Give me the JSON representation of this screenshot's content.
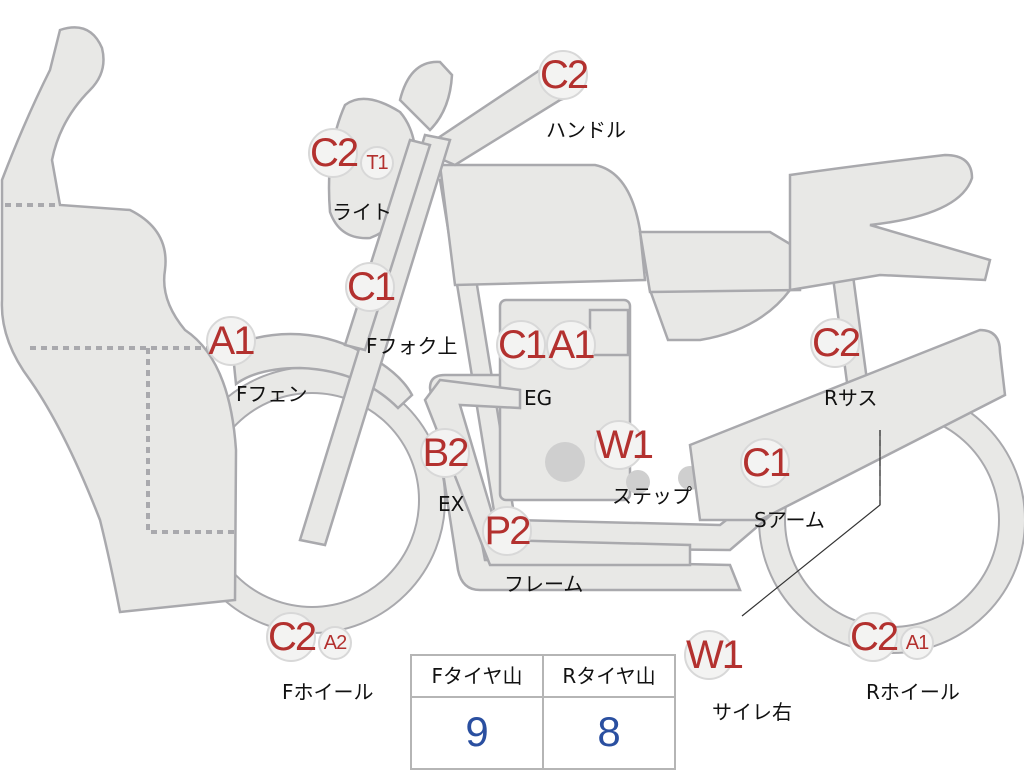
{
  "parts": {
    "handle": {
      "code": "C2",
      "label": "ハンドル"
    },
    "light": {
      "code": "C2",
      "code_small": "T1",
      "label": "ライト"
    },
    "fork_upper": {
      "code": "C1",
      "label": "Fフォク上"
    },
    "f_fender": {
      "code": "A1",
      "label": "Fフェン"
    },
    "engine": {
      "code": "C1",
      "code2": "A1",
      "label": "EG"
    },
    "exhaust": {
      "code": "B2",
      "label": "EX"
    },
    "step": {
      "code": "W1",
      "label": "ステップ"
    },
    "frame": {
      "code": "P2",
      "label": "フレーム"
    },
    "swing_arm": {
      "code": "C1",
      "label": "Sアーム"
    },
    "r_suspension": {
      "code": "C2",
      "label": "Rサス"
    },
    "f_wheel": {
      "code": "C2",
      "code_small": "A2",
      "label": "Fホイール"
    },
    "silencer_right": {
      "code": "W1",
      "label": "サイレ右"
    },
    "r_wheel": {
      "code": "C2",
      "code_small": "A1",
      "label": "Rホイール"
    }
  },
  "tread": {
    "front_header": "Fタイヤ山",
    "rear_header": "Rタイヤ山",
    "front_value": "9",
    "rear_value": "8"
  }
}
